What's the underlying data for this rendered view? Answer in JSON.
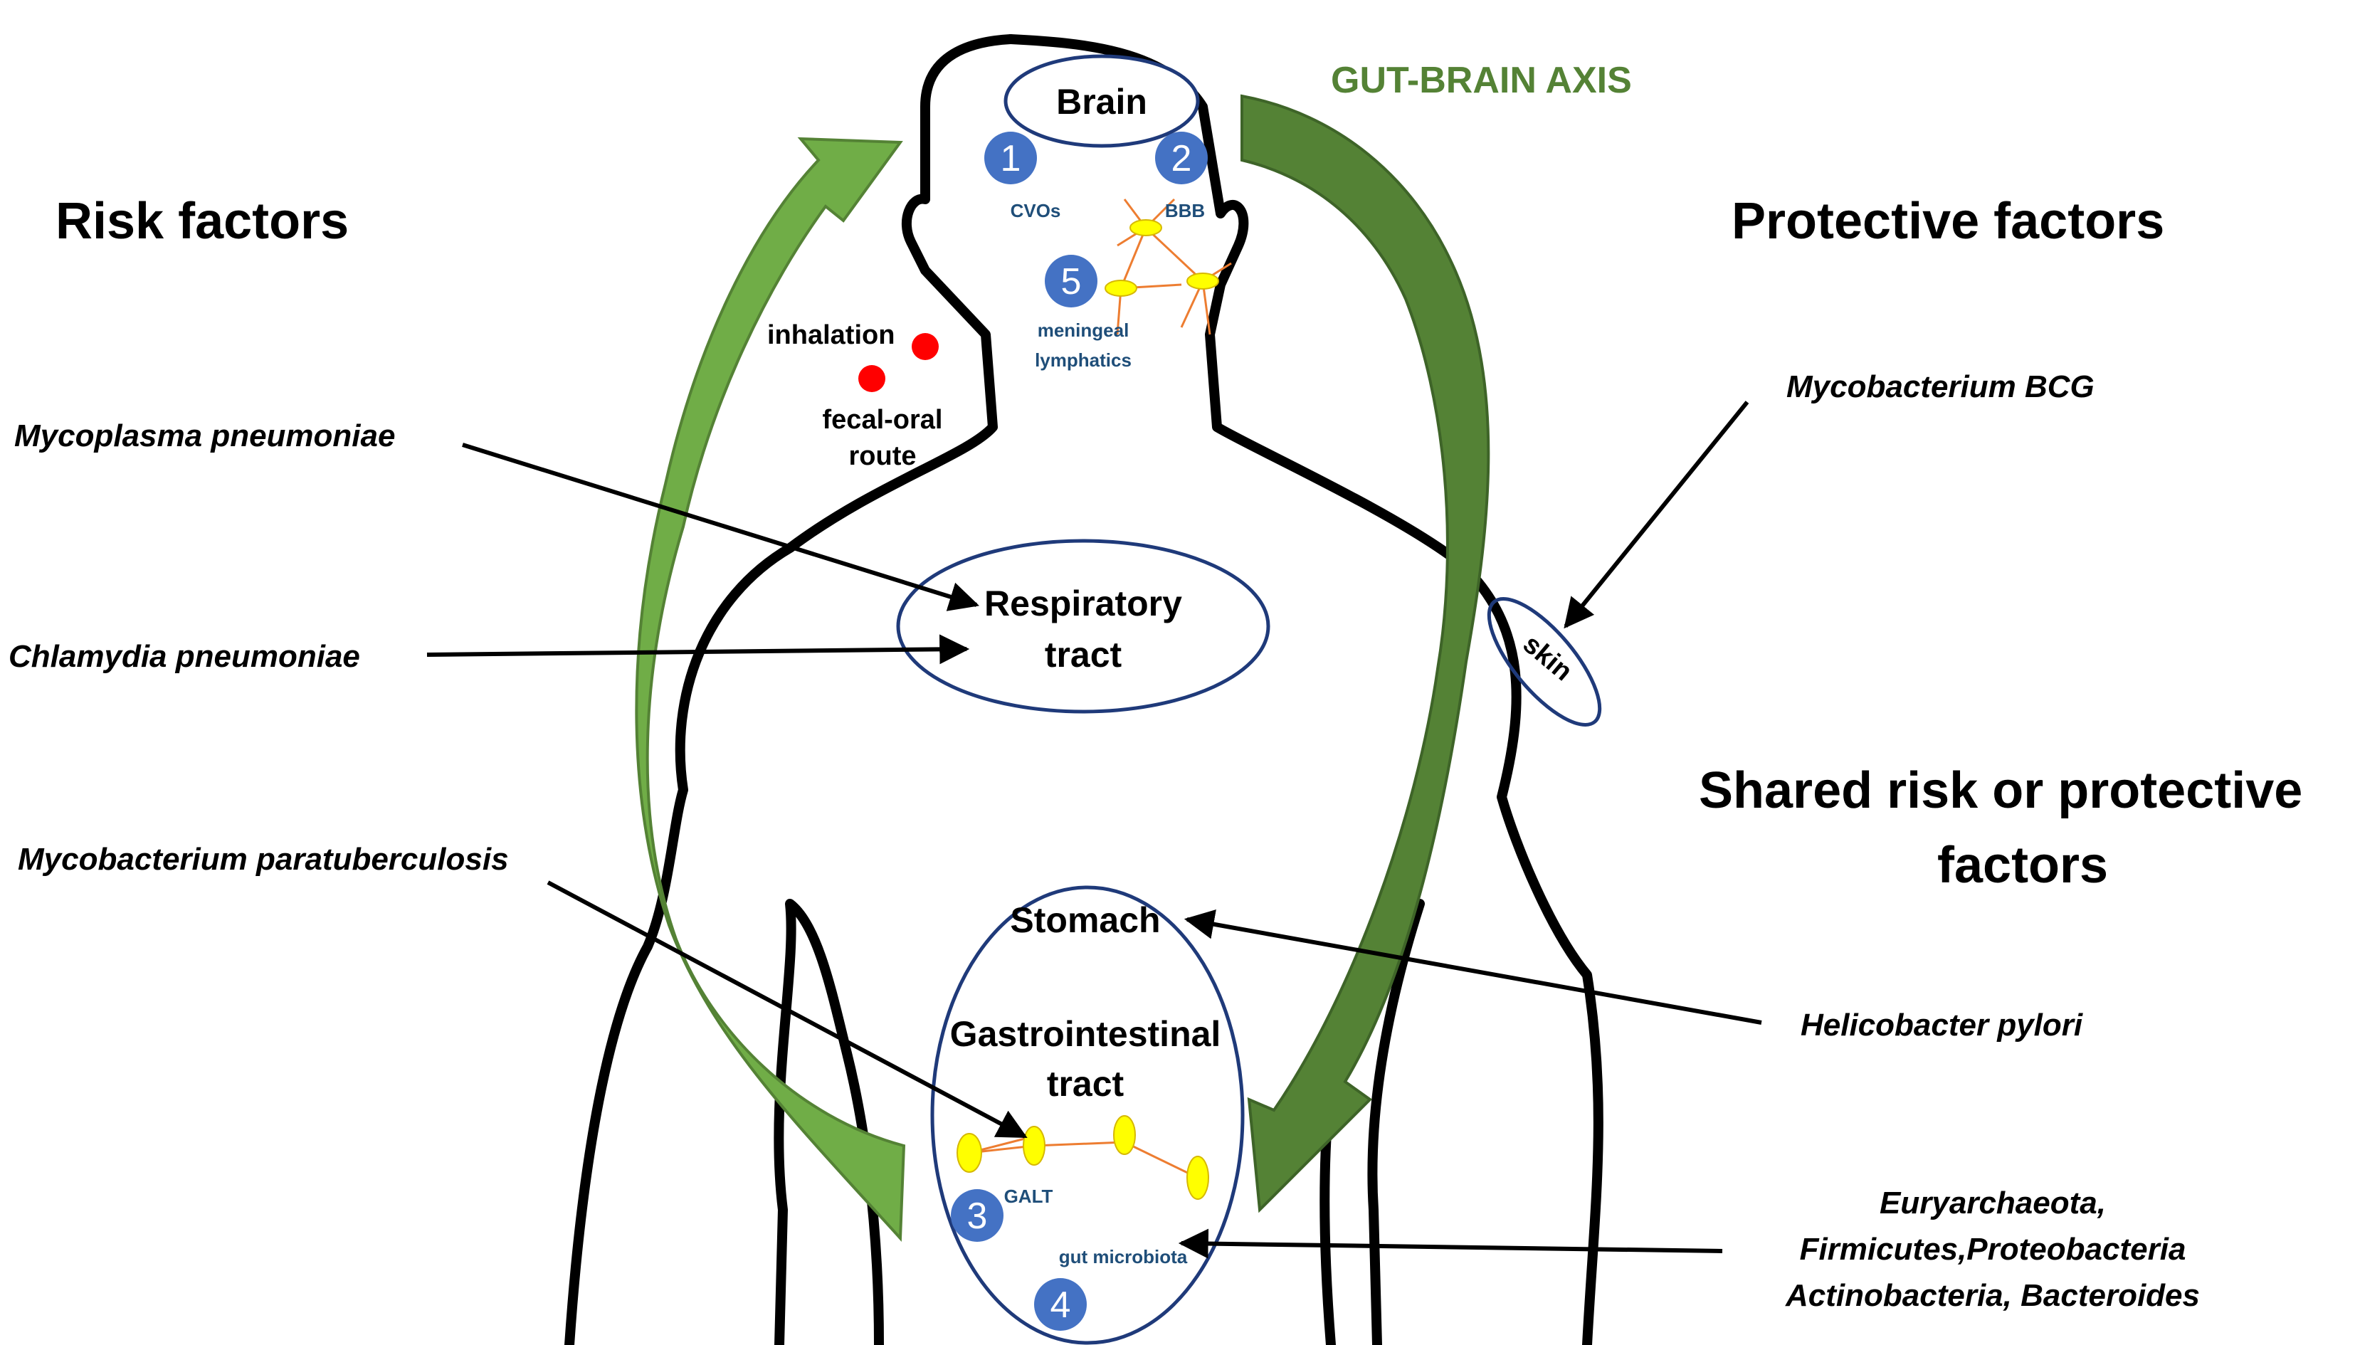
{
  "headings": {
    "risk": "Risk factors",
    "protective": "Protective factors",
    "shared_line1": "Shared risk or protective",
    "shared_line2": "factors"
  },
  "axis": {
    "title": "GUT-BRAIN AXIS",
    "color": "#548235"
  },
  "organs": {
    "brain": "Brain",
    "respiratory_line1": "Respiratory",
    "respiratory_line2": "tract",
    "skin": "skin",
    "stomach": "Stomach",
    "gi_line1": "Gastrointestinal",
    "gi_line2": "tract"
  },
  "routes": {
    "inhalation": "inhalation",
    "fecal_line1": "fecal-oral",
    "fecal_line2": "route"
  },
  "sites": [
    {
      "number": "1",
      "label": "CVOs"
    },
    {
      "number": "2",
      "label": "BBB"
    },
    {
      "number": "3",
      "label": "GALT"
    },
    {
      "number": "4",
      "label": "gut microbiota"
    },
    {
      "number": "5",
      "label_line1": "meningeal",
      "label_line2": "lymphatics"
    }
  ],
  "risk_microbes": {
    "mycoplasma": "Mycoplasma pneumoniae",
    "chlamydia": "Chlamydia pneumoniae",
    "paratuberculosis": "Mycobacterium paratuberculosis"
  },
  "protective_microbes": {
    "bcg": "Mycobacterium BCG"
  },
  "shared_microbes": {
    "helicobacter": "Helicobacter pylori",
    "phyla_line1": "Euryarchaeota,",
    "phyla_line2": "Firmicutes,Proteobacteria",
    "phyla_line3": "Actinobacteria, Bacteroides"
  },
  "colors": {
    "badge": "#4472c4",
    "organ_outline": "#1f3a7a",
    "arrow_green": "#70ad47",
    "arrow_green_dark": "#548235",
    "infection_dot": "#ff0000",
    "lymph_node": "#ffff00",
    "lymph_vessel": "#ed7d31",
    "site_label": "#1f4e79"
  }
}
